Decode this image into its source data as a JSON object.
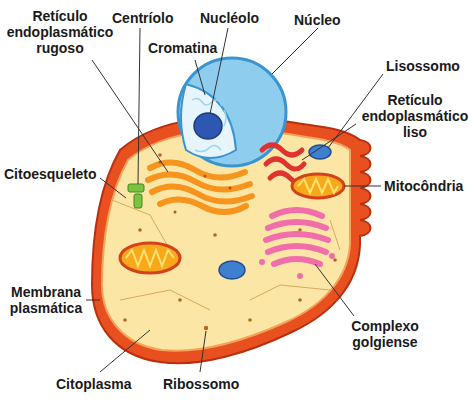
{
  "diagram": {
    "labels": [
      "Retículo endoplasmático rugoso",
      "Centríolo",
      "Nucléolo",
      "Núcleo",
      "Cromatina",
      "Lisossomo",
      "Retículo endoplasmático liso",
      "Citoesqueleto",
      "Mitocôndria",
      "Membrana plasmática",
      "Complexo golgiense",
      "Citoplasma",
      "Ribossomo"
    ]
  }
}
